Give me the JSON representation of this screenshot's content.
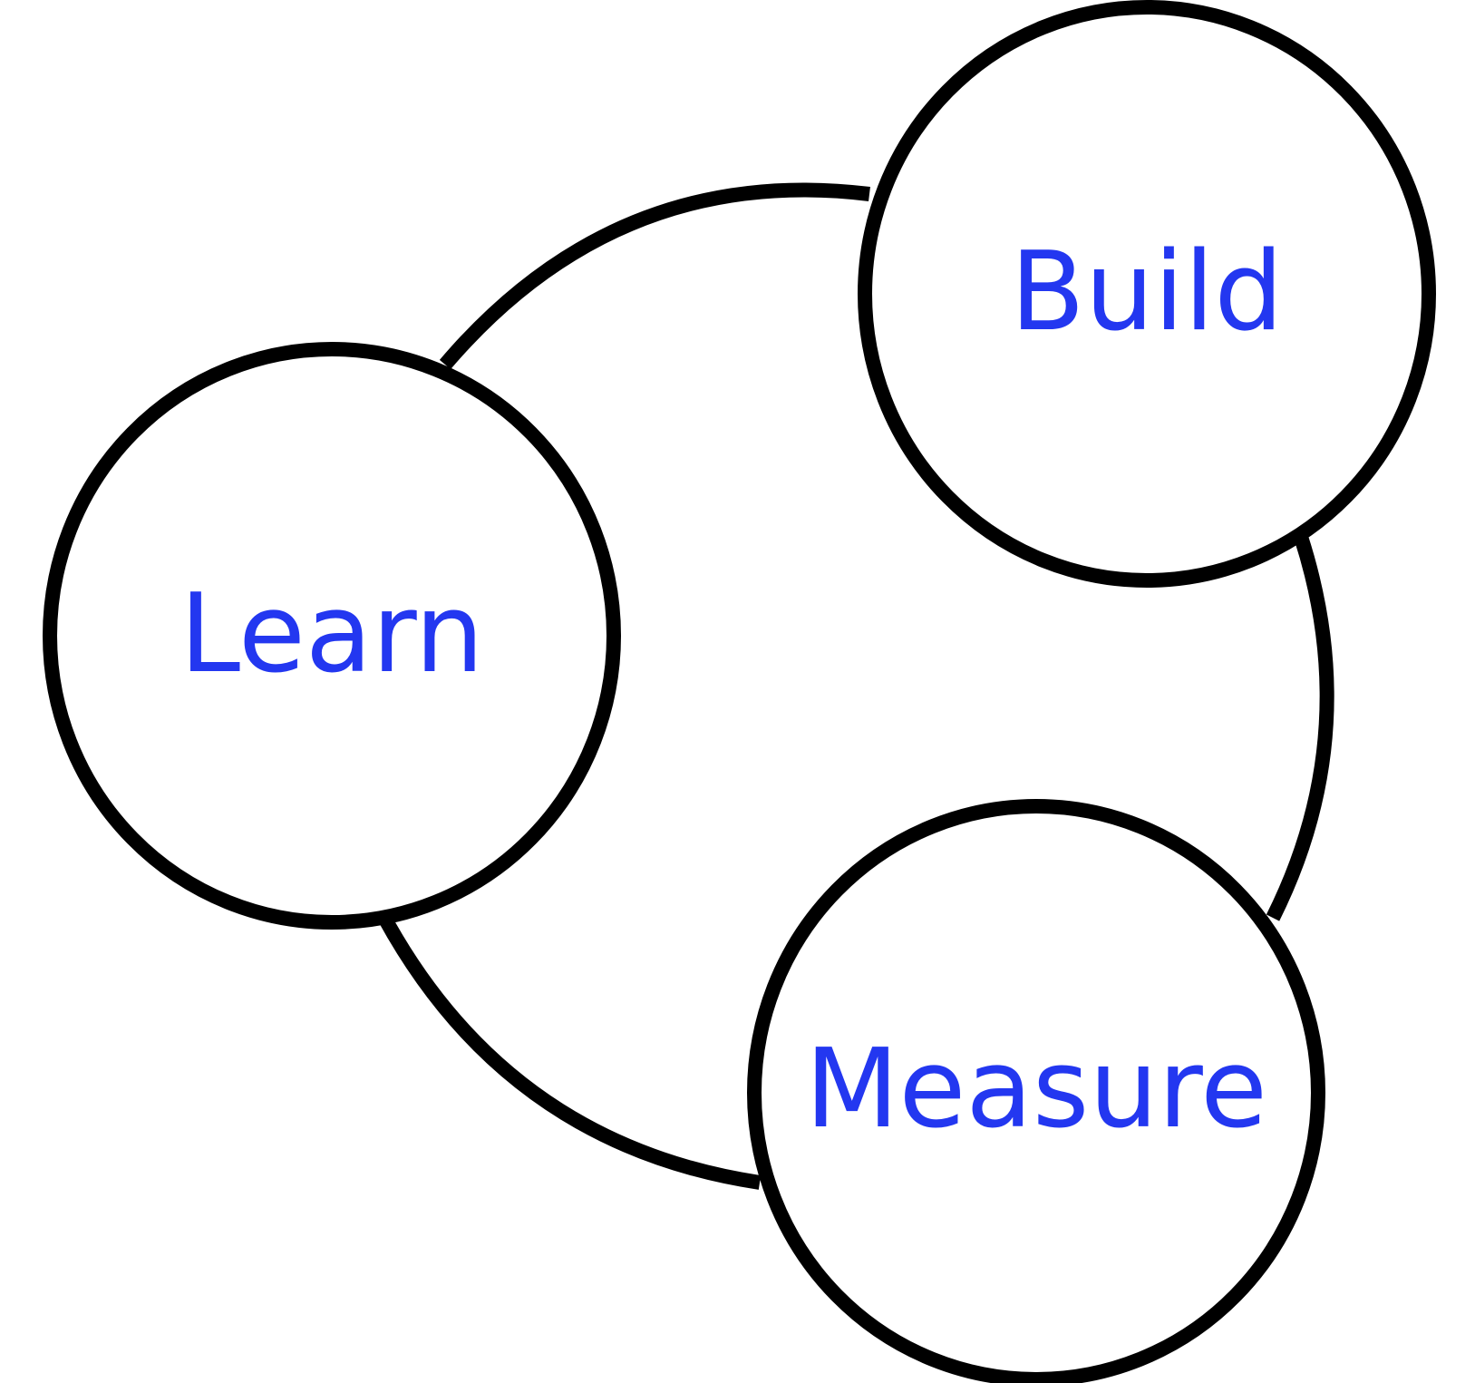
{
  "nodes": {
    "build": {
      "label": "Build"
    },
    "learn": {
      "label": "Learn"
    },
    "measure": {
      "label": "Measure"
    }
  },
  "colors": {
    "label": "#2337f0",
    "stroke": "#000000",
    "fill": "#ffffff"
  }
}
